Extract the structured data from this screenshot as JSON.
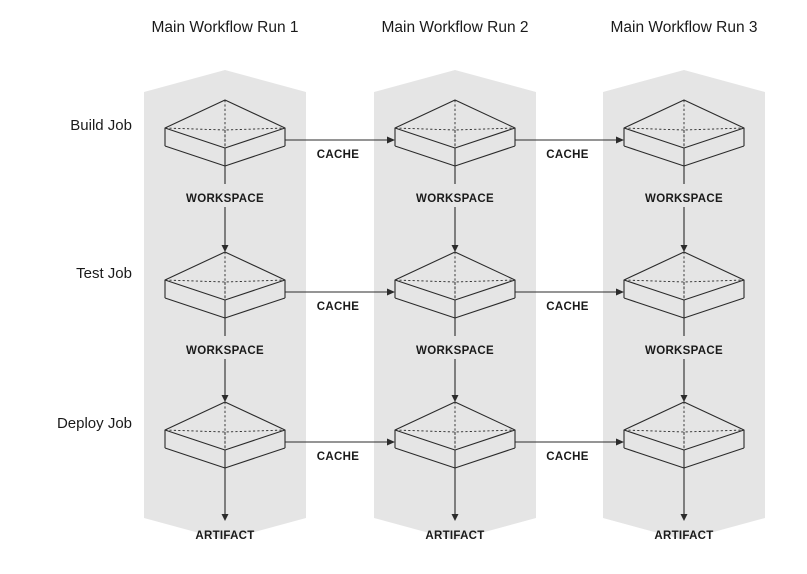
{
  "columns": [
    {
      "title": "Main Workflow Run 1"
    },
    {
      "title": "Main Workflow Run 2"
    },
    {
      "title": "Main Workflow Run 3"
    }
  ],
  "rows": [
    {
      "label": "Build Job"
    },
    {
      "label": "Test Job"
    },
    {
      "label": "Deploy Job"
    }
  ],
  "labels": {
    "cache": "CACHE",
    "workspace": "WORKSPACE",
    "artifact": "ARTIFACT"
  },
  "colors": {
    "lane": "#e5e5e5",
    "stroke": "#2b2b2b",
    "text": "#1a1a1a"
  }
}
